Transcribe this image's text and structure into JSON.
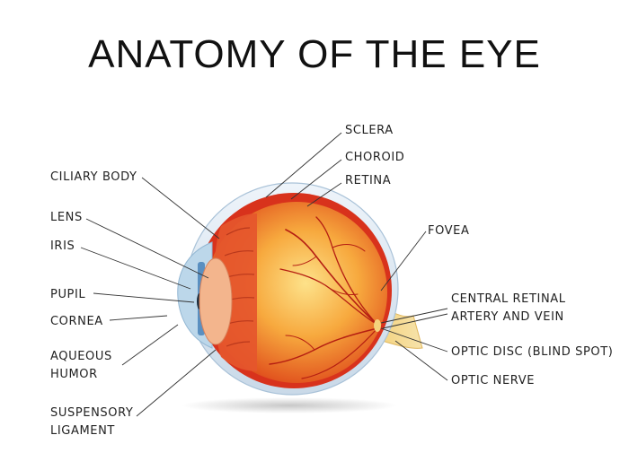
{
  "title": "ANATOMY OF THE EYE",
  "labels": {
    "sclera": "SCLERA",
    "choroid": "CHOROID",
    "retina": "RETINA",
    "ciliary_body": "CILIARY BODY",
    "lens": "LENS",
    "iris": "IRIS",
    "pupil": "PUPIL",
    "cornea": "CORNEA",
    "aqueous_line1": "AQUEOUS",
    "aqueous_line2": "HUMOR",
    "suspensory_line1": "SUSPENSORY",
    "suspensory_line2": "LIGAMENT",
    "fovea": "FOVEA",
    "central_line1": "CENTRAL RETINAL",
    "central_line2": "ARTERY AND VEIN",
    "optic_disc": "OPTIC DISC (BLIND SPOT)",
    "optic_nerve": "OPTIC NERVE"
  },
  "colors": {
    "sclera": "#dde9f3",
    "choroid": "#d8321c",
    "retina_inner": "#f7b34a",
    "vessels": "#b51e12",
    "optic_nerve": "#f0d58a",
    "cornea": "#bcd7ea",
    "iris": "#5a8fc0"
  }
}
